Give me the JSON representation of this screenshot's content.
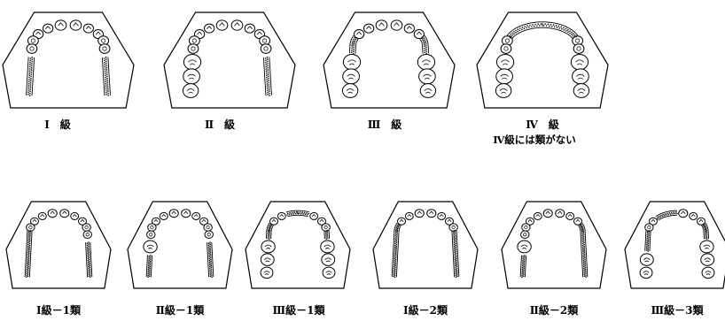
{
  "figure_top": [
    {
      "id": "class-1",
      "caption": "Ⅰ　級",
      "missing": [],
      "anterior_only": false
    },
    {
      "id": "class-2",
      "caption": "Ⅱ　級",
      "missing": [],
      "anterior_only": false
    },
    {
      "id": "class-3",
      "caption": "Ⅲ　級",
      "missing": [
        "L4",
        "L5",
        "R4",
        "R5"
      ],
      "anterior_only": false
    },
    {
      "id": "class-4",
      "caption": "Ⅳ　級",
      "subcaption": "Ⅳ級には類がない",
      "missing": [
        "L1",
        "L2",
        "L3",
        "R1",
        "R2",
        "R3"
      ],
      "anterior_only": true
    }
  ],
  "figure_bottom": [
    {
      "id": "class-1-1",
      "caption": "Ⅰ級－1類"
    },
    {
      "id": "class-2-1",
      "caption": "Ⅱ級－1類"
    },
    {
      "id": "class-3-1",
      "caption": "Ⅲ級－1類"
    },
    {
      "id": "class-1-2",
      "caption": "Ⅰ級－2類"
    },
    {
      "id": "class-2-2",
      "caption": "Ⅱ級－2類"
    },
    {
      "id": "class-3-3",
      "caption": "Ⅲ級－3類"
    }
  ]
}
